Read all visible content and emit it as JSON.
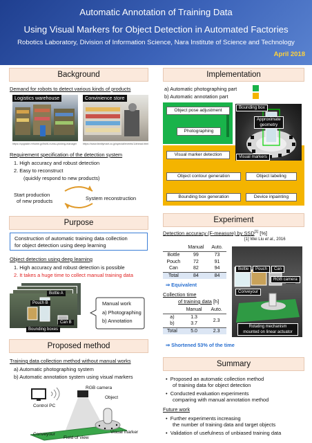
{
  "header": {
    "title_line1": "Automatic Annotation of Training Data",
    "title_line2": "Using Visual Markers for Object Detection in Automated Factories",
    "affiliation": "Robotics Laboratory, Division of Information Science, Nara Institute of Science and Technology",
    "date": "April 2018"
  },
  "background": {
    "title": "Background",
    "demand": "Demand for robots to detect various kinds of products",
    "photo1_label": "Logistics warehouse",
    "photo2_label": "Convinience store",
    "photo1_caption": "https://upgrade.rehome.jp/list/6-nunsu-picking-manager",
    "photo2_caption": "https://www.familymart.co.jp/special/events/1/ahead.html",
    "req_heading": "Requirement specification of the detection system",
    "req1": "1.  High accuracy and robust detection",
    "req2": "2.  Easy to reconstruct",
    "req2_sub": "(quickly respond to new products)",
    "cycle_left_1": "Start production",
    "cycle_left_2": "of new products",
    "cycle_right": "System reconstruction"
  },
  "purpose": {
    "title": "Purpose",
    "box_line1": "Construction of automatic training data collection",
    "box_line2": "for object detection using deep learning",
    "od_heading": "Object detection using deep learning",
    "item1": "1.  High accuracy and robust detection is possible",
    "item2": "2.  It takes a huge time to collect manual training data",
    "tag_bottle": "Bottle A",
    "tag_pouch": "Pouch B",
    "tag_can": "Can B",
    "tag_bbox": "Bounding boxes",
    "manual_title": "Manual work",
    "manual_a": "a)  Photographing",
    "manual_b": "b)  Annotation"
  },
  "proposed": {
    "title": "Proposed method",
    "heading": "Training data collection method without manual works",
    "a": "a)  Automatic photographing system",
    "b": "b)  Automatic annotation system using visual markers",
    "lbl_pc": "Control PC",
    "lbl_rgb": "RGB camera",
    "lbl_object": "Object",
    "lbl_conveyor": "Conveyour",
    "lbl_fov": "Field of view",
    "lbl_marker": "Visual marker"
  },
  "implementation": {
    "title": "Implementation",
    "legend_a": "a)  Automatic photographing part",
    "legend_b": "b)  Automatic annotation part",
    "legend_a_color": "#19b34a",
    "legend_b_color": "#f4b400",
    "step1": "Object pose adjustment",
    "step2": "Photographing",
    "step3": "Visual marker detection",
    "step4": "Object contour generation",
    "step5": "Object labeling",
    "step6": "Bounding box generation",
    "step7": "Device inpainting",
    "img_bbox": "Bounding box",
    "img_geom_1": "Approximate",
    "img_geom_2": "geometry",
    "img_markers": "Visual markers"
  },
  "experiment": {
    "title": "Experiment",
    "acc_heading": "Detection accuracy (F-measure) by SSD",
    "acc_ref_mark": "[1]",
    "acc_unit": " [%]",
    "ref_pre": "[1] Wei Liu ",
    "ref_etal": "et al",
    "ref_post": "., 2016",
    "acc_table": {
      "headers": [
        "",
        "Manual",
        "Auto."
      ],
      "rows": [
        [
          "Bottle",
          "99",
          "73"
        ],
        [
          "Pouch",
          "72",
          "91"
        ],
        [
          "Can",
          "82",
          "94"
        ],
        [
          "Total",
          "84",
          "84"
        ]
      ]
    },
    "equivalent": "⇒  Equivalent",
    "time_heading_1": "Collection time",
    "time_heading_2": "of training data",
    "time_unit": " [h]",
    "time_table": {
      "headers": [
        "",
        "Manual",
        "Auto."
      ],
      "rows": [
        [
          "a)",
          "1.3",
          "2.3"
        ],
        [
          "b)",
          "3.7",
          ""
        ],
        [
          "Total",
          "5.0",
          "2.3"
        ]
      ]
    },
    "shortened": "⇒  Shortened 53% of the time",
    "photo_bottle": "Bottle",
    "photo_pouch": "Pouch",
    "photo_can": "Can",
    "photo_rgb": "RGB camera",
    "photo_conveyor": "Conveyour",
    "photo_rot_1": "Rotating mechanism",
    "photo_rot_2": "mounted on linear actuator"
  },
  "summary": {
    "title": "Summary",
    "b1_1": "Proposed an automatic collection method",
    "b1_2": "of training data for object detection",
    "b2_1": "Conducted evaluation experiments",
    "b2_2": "comparing with manual annotation method",
    "future": "Future work",
    "f1_1": "Further experiments increasing",
    "f1_2": "the number of training data and target objects",
    "f2": "Validation of usefulness of unbiased training data"
  }
}
